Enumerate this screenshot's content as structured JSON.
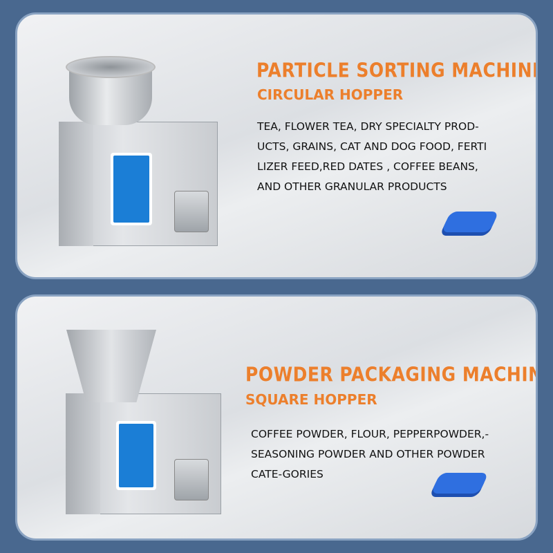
{
  "colors": {
    "background": "#49688f",
    "accent": "#ec7f2c",
    "pad": "#2f6fe0"
  },
  "sections": [
    {
      "title": "PARTICLE SORTING MACHINE",
      "subtitle": "CIRCULAR HOPPER",
      "description": "TEA, FLOWER TEA, DRY SPECIALTY PROD-\nUCTS, GRAINS, CAT AND DOG FOOD, FERTI\nLIZER FEED,RED DATES , COFFEE BEANS,\nAND OTHER GRANULAR PRODUCTS"
    },
    {
      "title": "POWDER PACKAGING MACHINE",
      "subtitle": "SQUARE HOPPER",
      "description": "COFFEE POWDER, FLOUR, PEPPERPOWDER,-\nSEASONING POWDER AND OTHER POWDER\nCATE-GORIES"
    }
  ]
}
